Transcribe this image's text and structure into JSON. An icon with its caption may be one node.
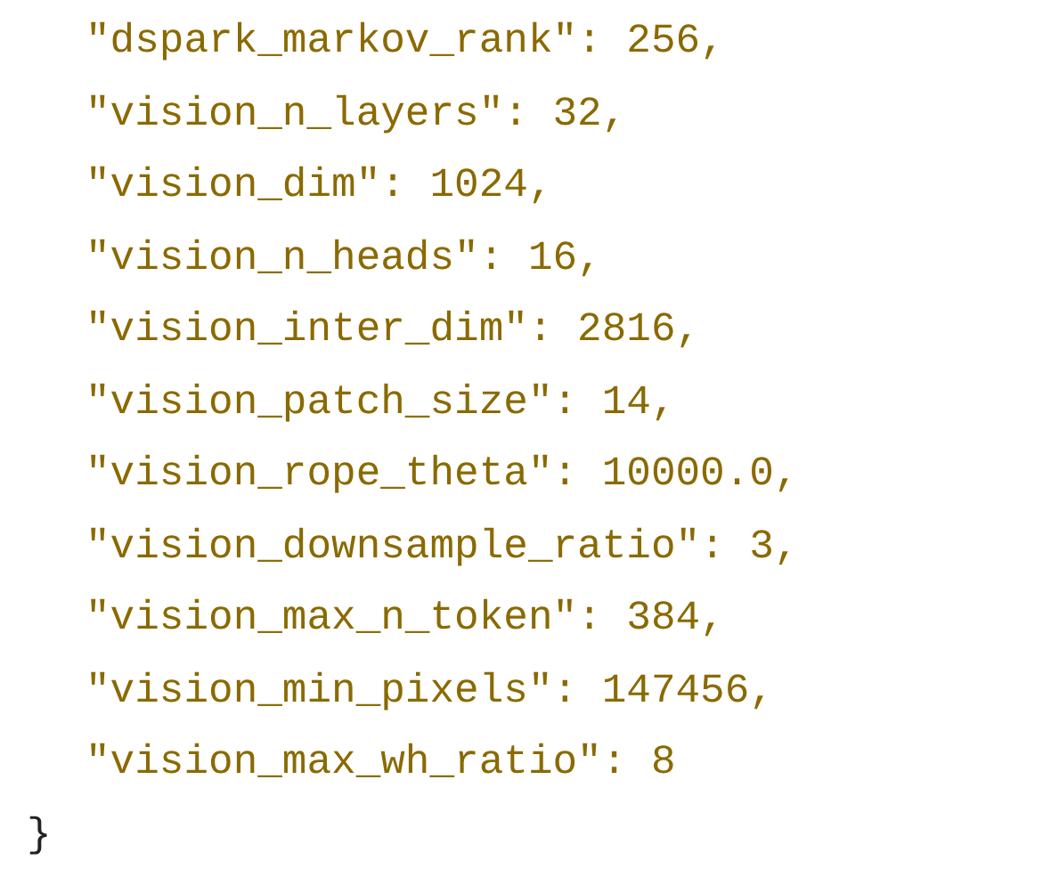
{
  "diagram": {
    "labels": [
      "\"dspark_markov_rank\": 256,",
      "\"vision_n_layers\": 32,",
      "\"vision_dim\": 1024,",
      "\"vision_n_heads\": 16,",
      "\"vision_inter_dim\": 2816,",
      "\"vision_patch_size\": 14,",
      "\"vision_rope_theta\": 10000.0,",
      "\"vision_downsample_ratio\": 3,",
      "\"vision_max_n_token\": 384,",
      "\"vision_min_pixels\": 147456,",
      "\"vision_max_wh_ratio\": 8",
      "}"
    ]
  }
}
